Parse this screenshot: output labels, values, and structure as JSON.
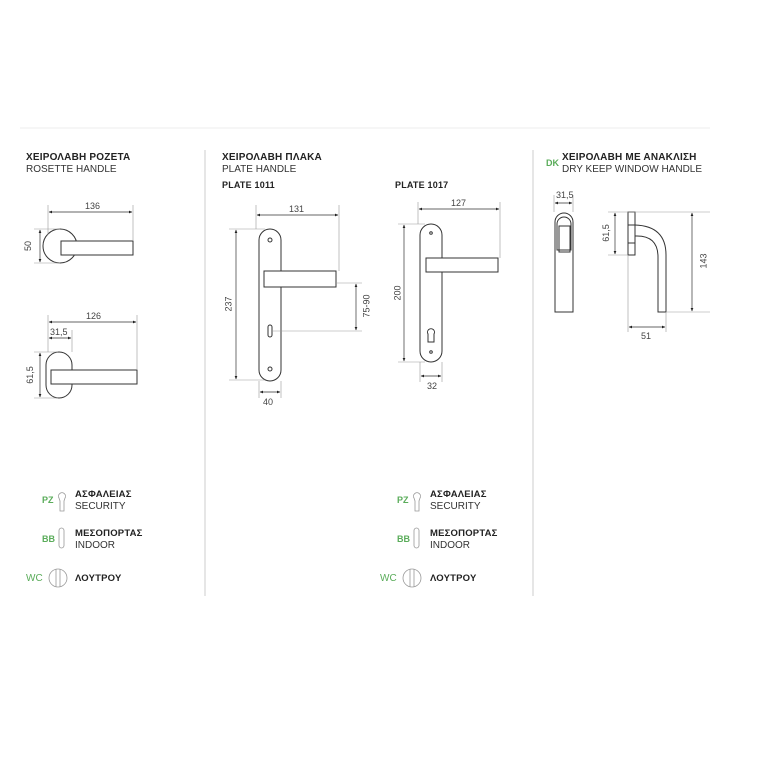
{
  "sections": {
    "rosette": {
      "title": "ΧΕΙΡΟΛΑΒΗ ΡΟΖΕΤΑ",
      "subtitle": "ROSETTE HANDLE",
      "dims": {
        "width_round": "136",
        "height_round": "50",
        "width_oval": "126",
        "oval_width": "31,5",
        "oval_height": "61,5"
      }
    },
    "plate": {
      "title": "ΧΕΙΡΟΛΑΒΗ ΠΛΑΚΑ",
      "subtitle": "PLATE HANDLE",
      "plate1011": {
        "label": "PLATE 1011",
        "width": "131",
        "height": "237",
        "distance": "75-90",
        "plate_width": "40"
      },
      "plate1017": {
        "label": "PLATE 1017",
        "width": "127",
        "height": "200",
        "plate_width": "32"
      }
    },
    "window": {
      "code": "DK",
      "title": "ΧΕΙΡΟΛΑΒΗ ΜΕ ΑΝΑΚΛΙΣΗ",
      "subtitle": "DRY KEEP WINDOW HANDLE",
      "dims": {
        "front_width": "31,5",
        "base_height": "61,5",
        "height": "143",
        "depth": "51"
      }
    }
  },
  "legend": [
    {
      "code": "PZ",
      "title": "ΑΣΦΑΛΕΙΑΣ",
      "subtitle": "SECURITY"
    },
    {
      "code": "BB",
      "title": "ΜΕΣΟΠΟΡΤΑΣ",
      "subtitle": "INDOOR"
    },
    {
      "code": "WC",
      "title": "ΛΟΥΤΡΟΥ",
      "subtitle": ""
    }
  ],
  "colors": {
    "accent": "#5aac5a",
    "line": "#333333"
  }
}
